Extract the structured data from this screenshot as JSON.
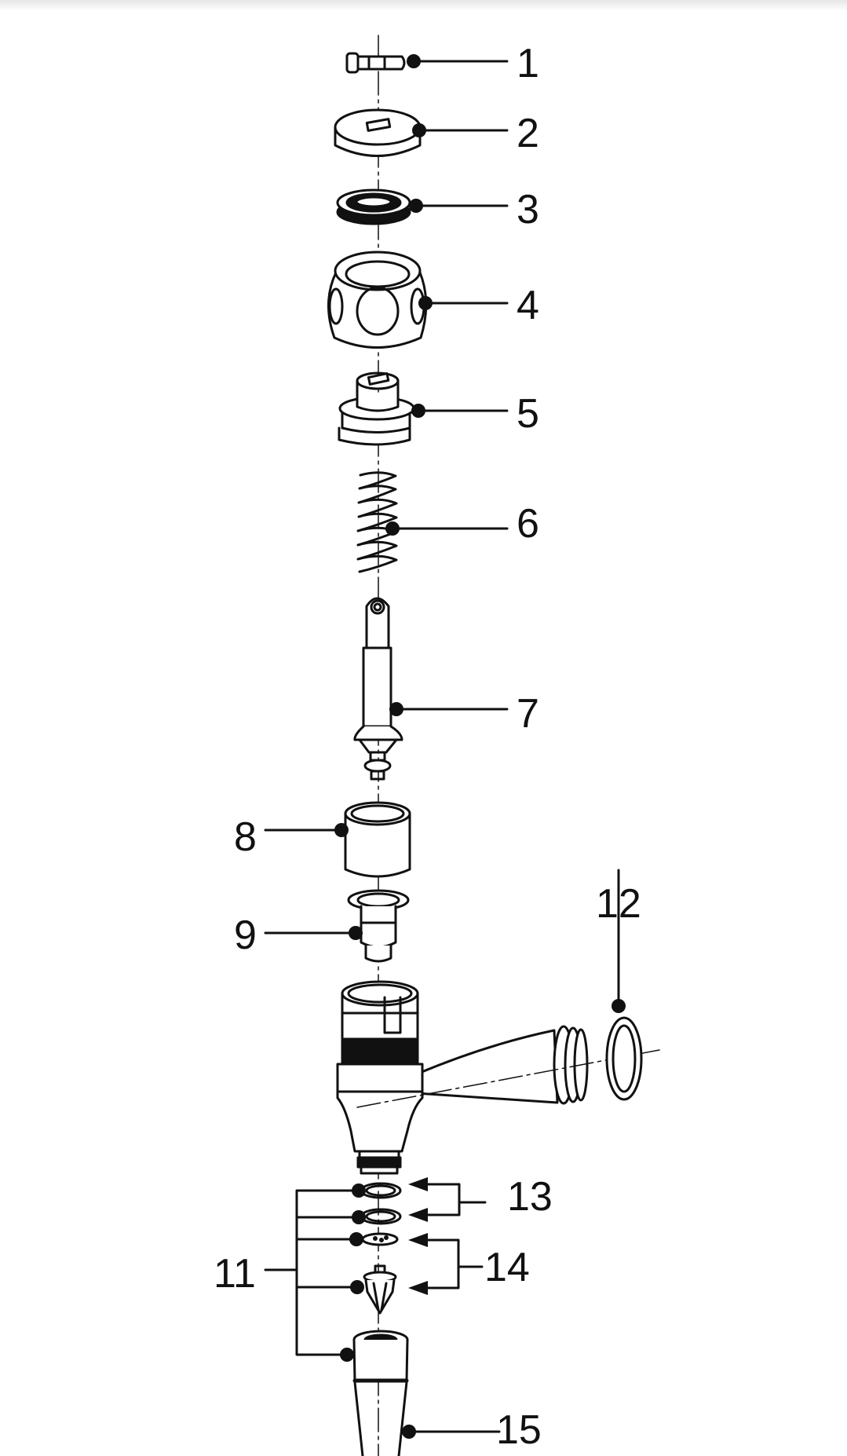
{
  "colors": {
    "ink": "#111111",
    "paper": "#ffffff"
  },
  "callouts": {
    "c1": "1",
    "c2": "2",
    "c3": "3",
    "c4": "4",
    "c5": "5",
    "c6": "6",
    "c7": "7",
    "c8": "8",
    "c9": "9",
    "c11": "11",
    "c12": "12",
    "c13": "13",
    "c14": "14",
    "c15": "15"
  }
}
